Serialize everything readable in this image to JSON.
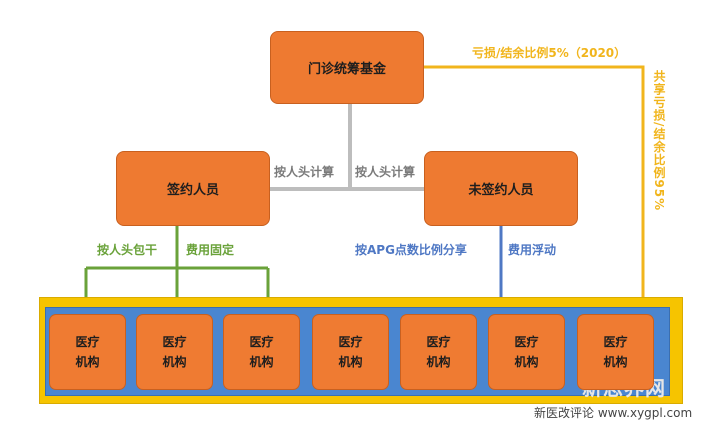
{
  "nodes": {
    "fund": "门诊统筹基金",
    "signed": "签约人员",
    "unsigned": "未签约人员"
  },
  "labels": {
    "capitation_left": "按人头计算",
    "capitation_right": "按人头计算",
    "per_head_contract": "按人头包干",
    "fixed_cost": "费用固定",
    "apg_share": "按APG点数比例分享",
    "floating_cost": "费用浮动",
    "loss_surplus_5": "亏损/结余比例5%（2020）",
    "loss_surplus_95": "共享亏损/结余比例95%"
  },
  "institution_label_line1": "医疗",
  "institution_label_line2": "机构",
  "institutions": [
    {
      "line1": "医疗",
      "line2": "机构"
    },
    {
      "line1": "医疗",
      "line2": "机构"
    },
    {
      "line1": "医疗",
      "line2": "机构"
    },
    {
      "line1": "医疗",
      "line2": "机构"
    },
    {
      "line1": "医疗",
      "line2": "机构"
    },
    {
      "line1": "医疗",
      "line2": "机构"
    },
    {
      "line1": "医疗",
      "line2": "机构"
    }
  ],
  "watermark": {
    "text": "新医改评论 www.xygpl.com",
    "faint": "新思界网"
  },
  "colors": {
    "node_fill": "#ee7a31",
    "gray_line": "#bdbdbd",
    "green_line": "#6aa23a",
    "blue_line": "#4f78c4",
    "yellow_line": "#f1b51c",
    "frame_yellow": "#f6c400",
    "frame_blue": "#4a86d0"
  }
}
